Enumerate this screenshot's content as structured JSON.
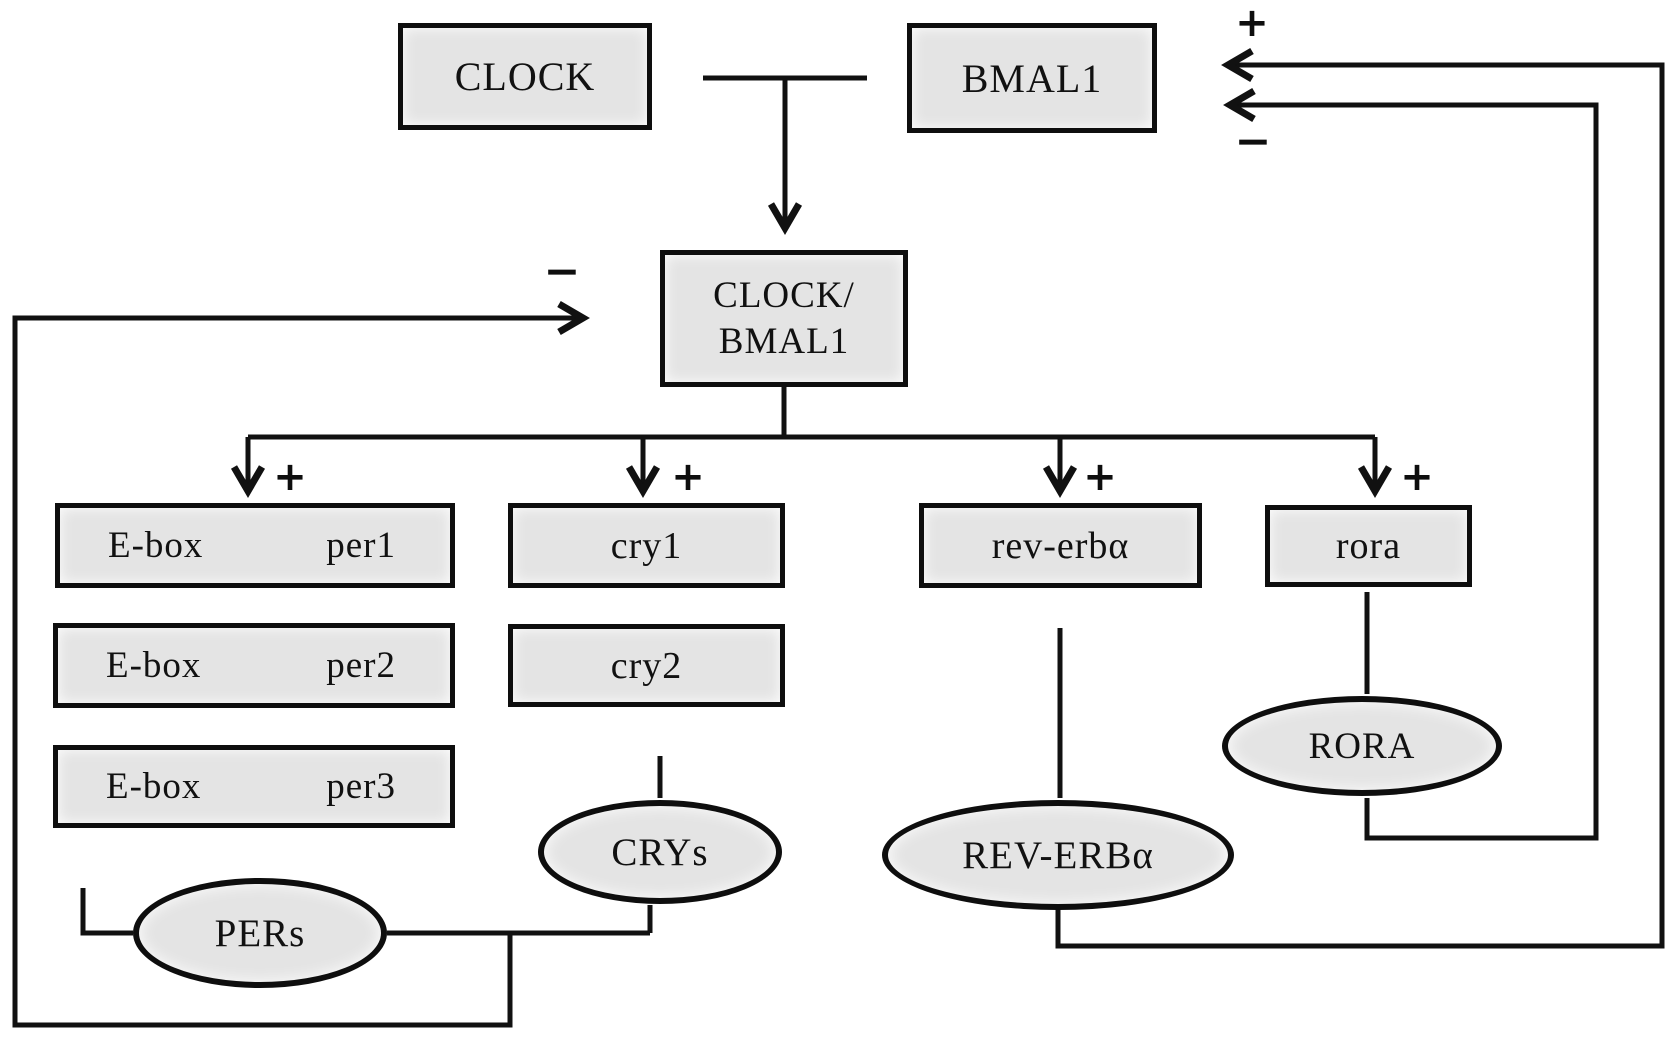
{
  "colors": {
    "node_fill": "#e4e4e4",
    "line_stroke": "#111111",
    "background": "#ffffff",
    "text": "#111111"
  },
  "nodes": {
    "clock": "CLOCK",
    "bmal1": "BMAL1",
    "clock_bmal1_line1": "CLOCK/",
    "clock_bmal1_line2": "BMAL1",
    "ebox1_left": "E-box",
    "ebox1_right": "per1",
    "ebox2_left": "E-box",
    "ebox2_right": "per2",
    "ebox3_left": "E-box",
    "ebox3_right": "per3",
    "cry1": "cry1",
    "cry2": "cry2",
    "rev_erba_gene": "rev-erbα",
    "rora_gene": "rora",
    "pers_protein": "PERs",
    "crys_protein": "CRYs",
    "rev_erba_protein": "REV-ERBα",
    "rora_protein": "RORA"
  },
  "signs": {
    "bmal1_activation": "+",
    "bmal1_repression": "−",
    "clock_bmal1_repression": "−",
    "branch_per": "+",
    "branch_cry": "+",
    "branch_rev_erba": "+",
    "branch_rora": "+"
  }
}
